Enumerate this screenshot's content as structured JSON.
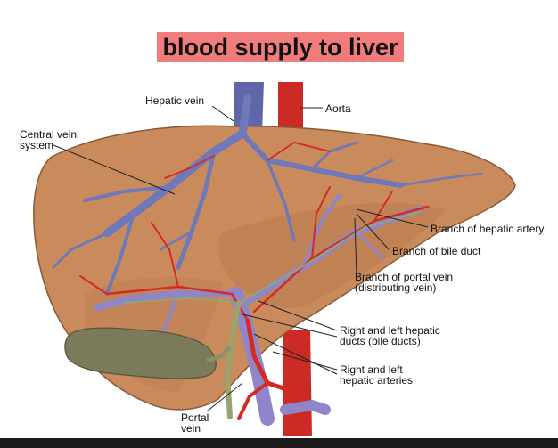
{
  "title": "blood supply to liver",
  "labels": {
    "hepatic_vein": "Hepatic vein",
    "aorta": "Aorta",
    "central_vein_line1": "Central vein",
    "central_vein_line2": "system",
    "branch_hepatic_artery": "Branch of hepatic artery",
    "branch_bile_duct": "Branch of bile duct",
    "branch_portal_vein_line1": "Branch of portal vein",
    "branch_portal_vein_line2": "(distributing vein)",
    "hepatic_ducts_line1": "Right and left hepatic",
    "hepatic_ducts_line2": "ducts (bile ducts)",
    "hepatic_arteries_line1": "Right and left",
    "hepatic_arteries_line2": "hepatic arteries",
    "portal_vein_line1": "Portal",
    "portal_vein_line2": "vein"
  },
  "colors": {
    "title_highlight": "#f17c7c",
    "liver": "#c98a5c",
    "vein": "#6f78b8",
    "artery": "#d42a22",
    "gallbladder": "#7b7b5c"
  }
}
